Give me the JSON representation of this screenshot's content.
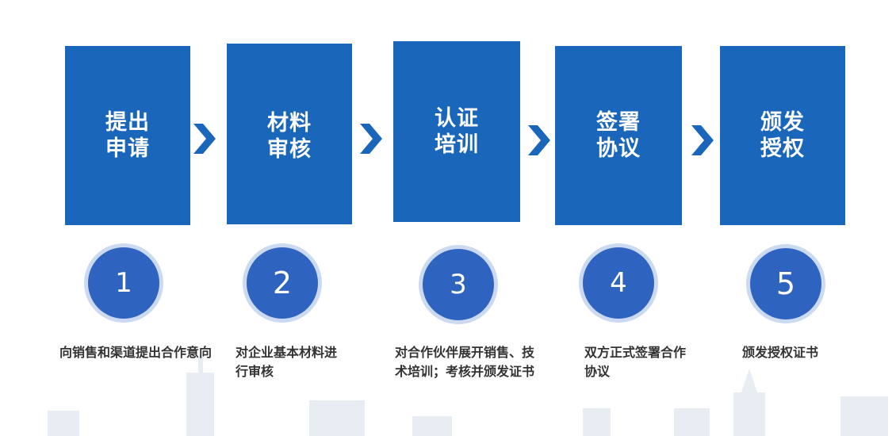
{
  "steps": [
    {
      "title": [
        "提出",
        "申请"
      ],
      "number": "1",
      "desc": "向销售和渠道提出合作意向"
    },
    {
      "title": [
        "材料",
        "审核"
      ],
      "number": "2",
      "desc": "对企业基本材料进行审核"
    },
    {
      "title": [
        "认证",
        "培训"
      ],
      "number": "3",
      "desc": "对合作伙伴展开销售、技术培训；考核并颁发证书"
    },
    {
      "title": [
        "签署",
        "协议"
      ],
      "number": "4",
      "desc": "双方正式签署合作协议"
    },
    {
      "title": [
        "颁发",
        "授权"
      ],
      "number": "5",
      "desc": "颁发授权证书"
    }
  ],
  "colors": {
    "box": "#1a66bb",
    "arrow": "#1a66bb",
    "circle": "#2f63c0",
    "text": "#333333"
  }
}
